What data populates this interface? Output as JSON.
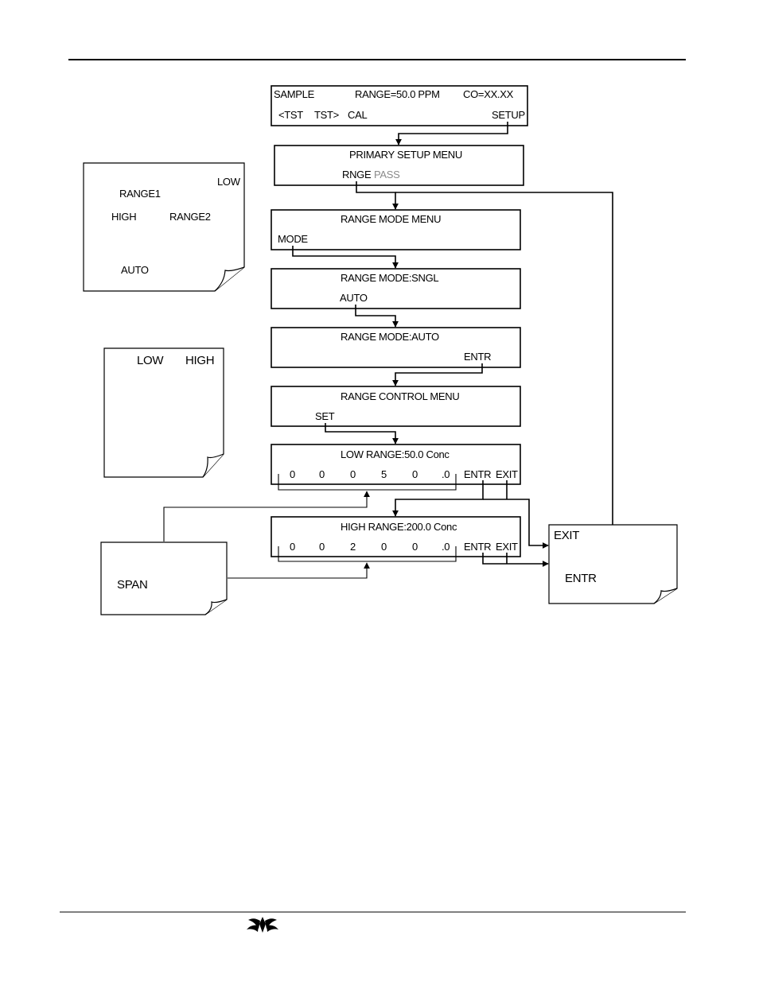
{
  "screens": {
    "sample": {
      "row1": [
        "SAMPLE",
        "RANGE=50.0 PPM",
        "CO=XX.XX"
      ],
      "row2": [
        "<TST",
        "TST>",
        "CAL",
        "SETUP"
      ]
    },
    "primary_setup": {
      "title": "PRIMARY SETUP MENU",
      "key_rnge": "RNGE",
      "key_pass": "PASS"
    },
    "range_mode_menu": {
      "title": "RANGE MODE MENU",
      "key": "MODE"
    },
    "range_mode_sngl": {
      "title": "RANGE MODE:SNGL",
      "key": "AUTO"
    },
    "range_mode_auto": {
      "title": "RANGE MODE:AUTO",
      "key": "ENTR"
    },
    "range_control": {
      "title": "RANGE CONTROL MENU",
      "key": "SET"
    },
    "low_range": {
      "title": "LOW RANGE:50.0 Conc",
      "digits": [
        "0",
        "0",
        "0",
        "5",
        "0",
        ".0"
      ],
      "keys": [
        "ENTR",
        "EXIT"
      ]
    },
    "high_range": {
      "title": "HIGH RANGE:200.0 Conc",
      "digits": [
        "0",
        "0",
        "2",
        "0",
        "0",
        ".0"
      ],
      "keys": [
        "ENTR",
        "EXIT"
      ]
    }
  },
  "notes": {
    "note1": {
      "low": "LOW",
      "range1": "RANGE1",
      "high": "HIGH",
      "range2": "RANGE2",
      "auto": "AUTO"
    },
    "note2": {
      "low": "LOW",
      "high": "HIGH"
    },
    "span_note": {
      "span": "SPAN"
    },
    "exit_note": {
      "exit": "EXIT",
      "entr": "ENTR"
    }
  }
}
